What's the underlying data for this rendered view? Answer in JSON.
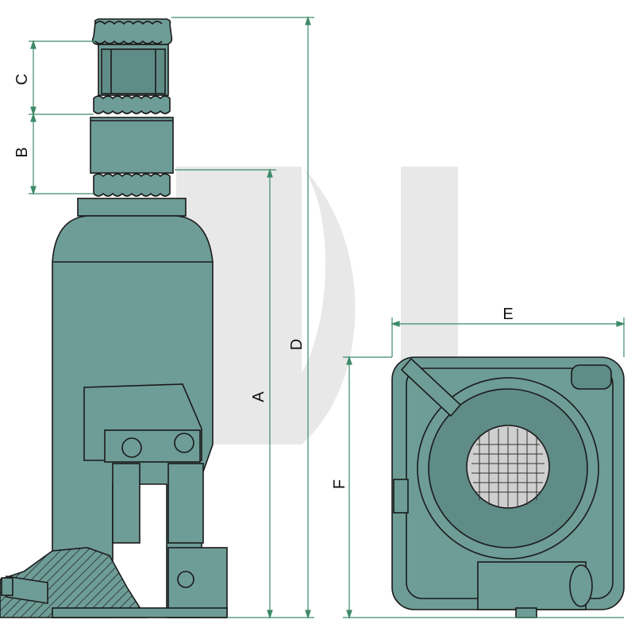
{
  "colors": {
    "body": "#6e9c97",
    "body_shade": "#5f8c87",
    "outline": "#1a1a1a",
    "dimension": "#3d8a6a",
    "watermark": "#e6e6e6"
  },
  "dimensions": {
    "A": "A",
    "B": "B",
    "C": "C",
    "D": "D",
    "E": "E",
    "F": "F"
  }
}
